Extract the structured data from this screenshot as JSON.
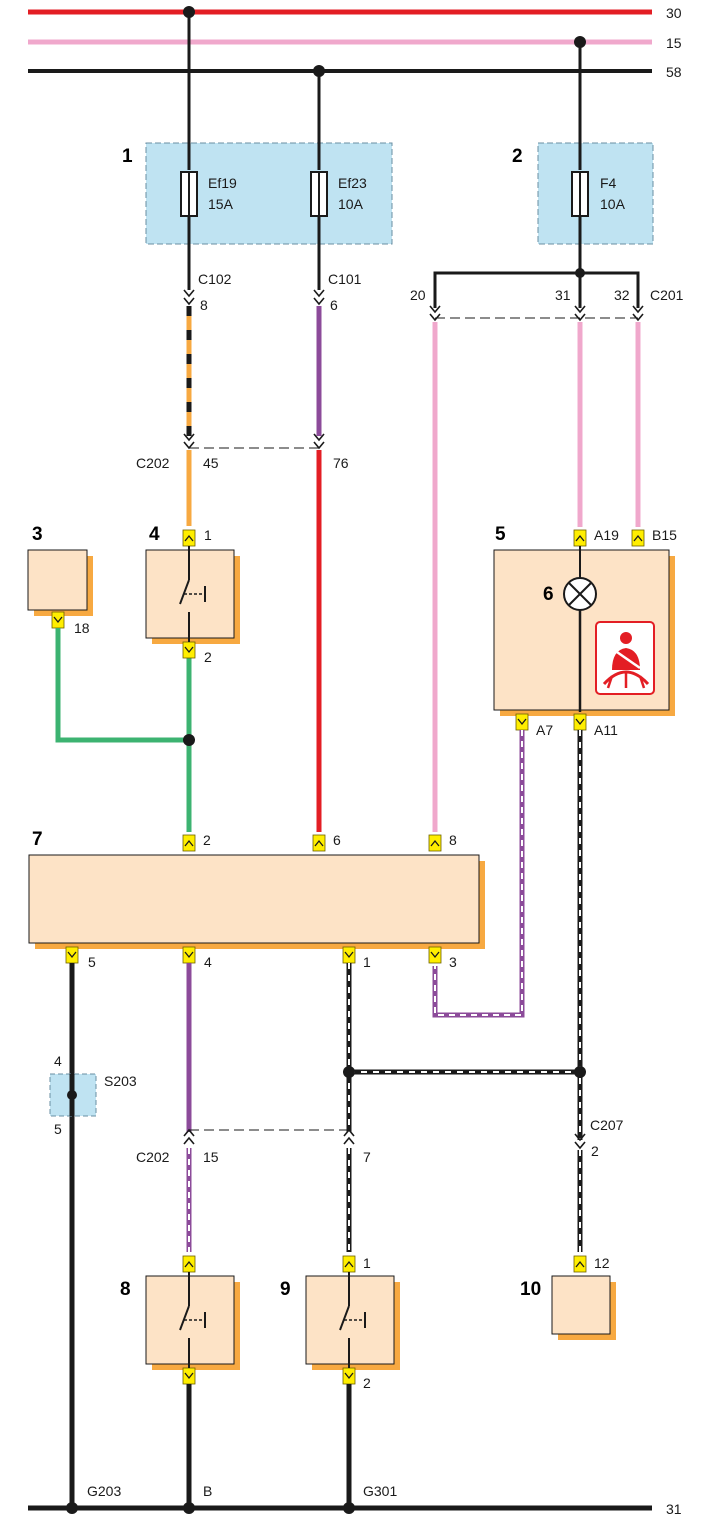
{
  "rails": {
    "r30": "30",
    "r15": "15",
    "r58": "58",
    "r31": "31"
  },
  "components": {
    "c1": "1",
    "c2": "2",
    "c3": "3",
    "c4": "4",
    "c5": "5",
    "c6": "6",
    "c7": "7",
    "c8": "8",
    "c9": "9",
    "c10": "10"
  },
  "fuses": {
    "ef19_name": "Ef19",
    "ef19_rating": "15A",
    "ef23_name": "Ef23",
    "ef23_rating": "10A",
    "f4_name": "F4",
    "f4_rating": "10A"
  },
  "connectors": {
    "c102": "C102",
    "c101": "C101",
    "c201": "C201",
    "c202_top": "C202",
    "c202_bottom": "C202",
    "c207": "C207",
    "s203": "S203"
  },
  "pins": {
    "c102_pin": "8",
    "c101_pin": "6",
    "c201_20": "20",
    "c201_31": "31",
    "c201_32": "32",
    "c202_45": "45",
    "c202_76": "76",
    "sw4_1": "1",
    "sw4_2": "2",
    "comp3_18": "18",
    "cl_a19": "A19",
    "cl_b15": "B15",
    "cl_a7": "A7",
    "cl_a11": "A11",
    "m7_2": "2",
    "m7_6": "6",
    "m7_8": "8",
    "m7_5": "5",
    "m7_4": "4",
    "m7_1": "1",
    "m7_3": "3",
    "s203_4": "4",
    "s203_5": "5",
    "c202_15": "15",
    "c202_7": "7",
    "c207_2": "2",
    "sw8_top": "",
    "sw9_1": "1",
    "sw9_2": "2",
    "comp10_12": "12"
  },
  "grounds": {
    "g203": "G203",
    "b": "B",
    "g301": "G301"
  },
  "colors": {
    "red": "#e31e24",
    "pink": "#f0a8cc",
    "black": "#1a1a1a",
    "orange": "#f7a941",
    "violet": "#8c4b9a",
    "green": "#3cb371",
    "box_fill": "#fde3c6",
    "box_shadow": "#f7a941",
    "fuse_box": "#bfe3f2",
    "terminal": "#ffee00"
  },
  "icons": {
    "lamp": "indicator-lamp-icon",
    "seatbelt": "seatbelt-warning-icon"
  }
}
